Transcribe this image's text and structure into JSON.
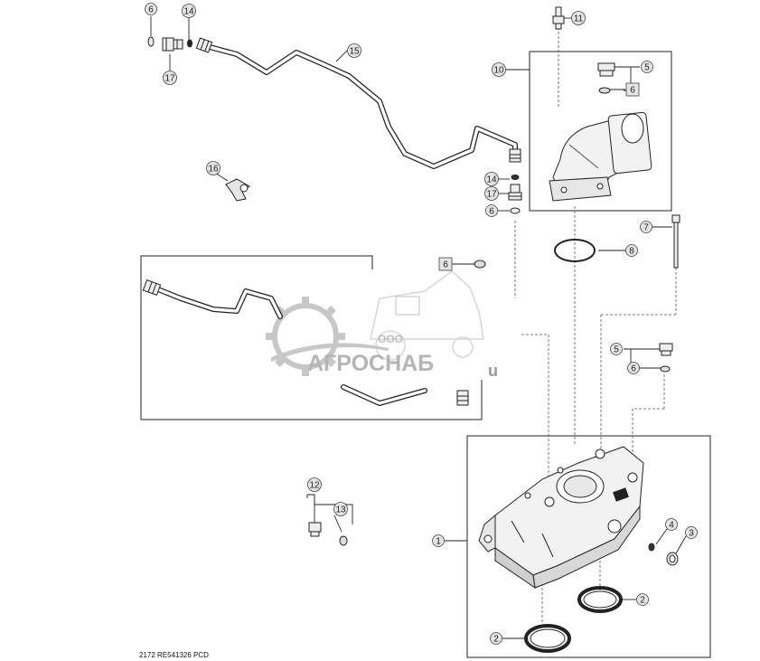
{
  "diagram": {
    "footer_code": "2172  RE541326  PCD",
    "watermark": {
      "prefix": "ООО",
      "name": "АГРОСНАБ",
      "suffix": "u"
    },
    "callouts": [
      {
        "id": "c1",
        "label": "1"
      },
      {
        "id": "c2a",
        "label": "2"
      },
      {
        "id": "c2b",
        "label": "2"
      },
      {
        "id": "c3",
        "label": "3"
      },
      {
        "id": "c4",
        "label": "4"
      },
      {
        "id": "c5a",
        "label": "5"
      },
      {
        "id": "c5b",
        "label": "5"
      },
      {
        "id": "c6a",
        "label": "6"
      },
      {
        "id": "c6b",
        "label": "6"
      },
      {
        "id": "c6c",
        "label": "6"
      },
      {
        "id": "c6d",
        "label": "6"
      },
      {
        "id": "c6e",
        "label": "6"
      },
      {
        "id": "c7",
        "label": "7"
      },
      {
        "id": "c8",
        "label": "8"
      },
      {
        "id": "c10",
        "label": "10"
      },
      {
        "id": "c11",
        "label": "11"
      },
      {
        "id": "c12",
        "label": "12"
      },
      {
        "id": "c13",
        "label": "13"
      },
      {
        "id": "c14a",
        "label": "14"
      },
      {
        "id": "c14b",
        "label": "14"
      },
      {
        "id": "c15",
        "label": "15"
      },
      {
        "id": "c16",
        "label": "16"
      },
      {
        "id": "c17a",
        "label": "17"
      },
      {
        "id": "c17b",
        "label": "17"
      }
    ],
    "colors": {
      "line": "#222222",
      "callout_fill": "#e4e4e4",
      "watermark": "#9a9a9a",
      "part_fill": "#f2f2f2"
    }
  }
}
